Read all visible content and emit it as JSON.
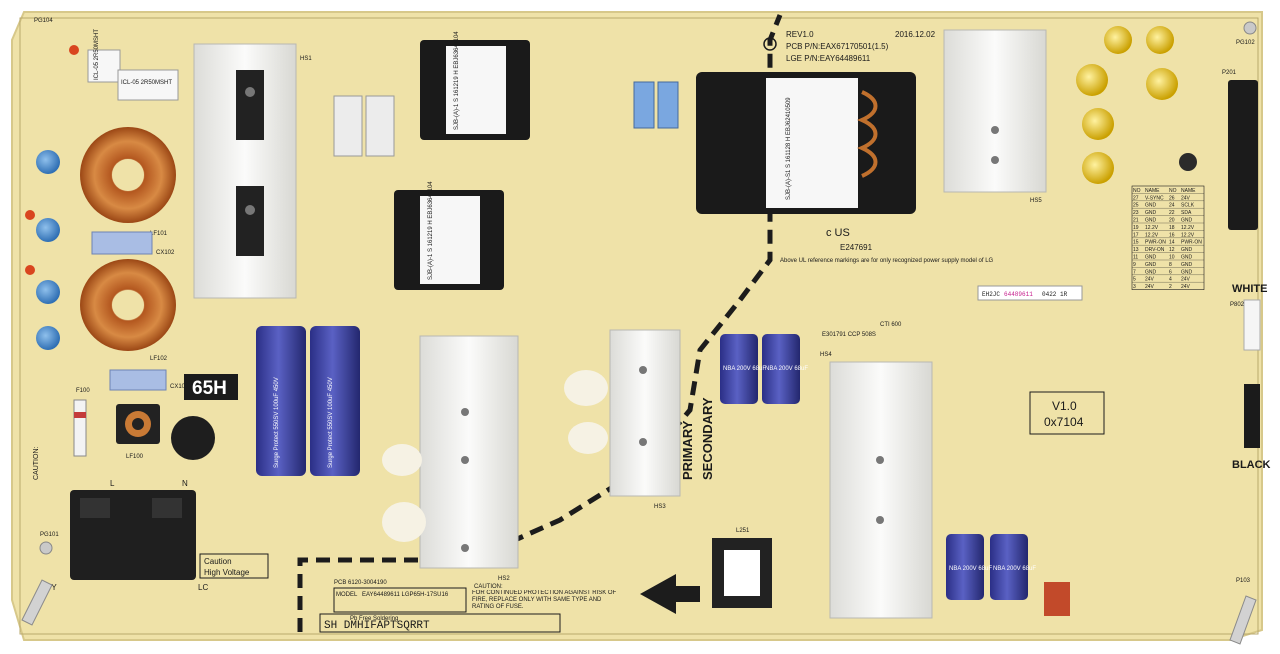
{
  "board": {
    "revision": "REV1.0",
    "date": "2016.12.02",
    "pcb_pn": "PCB P/N:EAX67170501(1.5)",
    "lge_pn": "LGE P/N:EAY64489611",
    "size_mark": "65H",
    "ul_file": "E247691",
    "ul_note": "Above UL reference markings are for only recognized power supply model of LG",
    "version_line1": "V1.0",
    "version_line2": "0x7104",
    "primary": "PRIMARY",
    "secondary": "SECONDARY",
    "caution_hv_line1": "Caution",
    "caution_hv_line2": "High Voltage",
    "caution_fire_title": "CAUTION:",
    "caution_fire_text": "FOR CONTINUED PROTECTION AGAINST RISK OF FIRE, REPLACE ONLY WITH SAME TYPE AND RATING OF FUSE.",
    "white_label": "WHITE",
    "black_label": "BLACK",
    "serial_prefix": "EH2JC",
    "serial_highlight": "64489611",
    "serial_suffix": "0422 1R",
    "pb_free": "Pb Free Soldering",
    "letter_strip": "SH  DMHIFAPTSQRRT",
    "cti": "CTI 600",
    "ccp": "E301791 CCP 508S",
    "model_line": "PCB 6120-3004190",
    "model_label": "MODEL",
    "model_value": "EAY64489611 LGP65H-17SU16",
    "corner_yy": "YY",
    "corner_lc": "LC"
  },
  "components": {
    "icl1": "ICL-05 2R50MSHT",
    "icl2": "ICL-05 2R50MSHT",
    "transformer1": "SJB-(A)-1 S 161219 H EBJ63641104",
    "transformer2": "SJB-(A)-1 S 161219 H EBJ63641104",
    "transformer_main": "SJB-(A)-S1 S 161128 H EBJ62410509",
    "cap_big_text": "Surge Protect 550SV 100uF 450V",
    "cap_nba_text": "NBA 200V 68uF",
    "fuse_label": "F100",
    "lf100": "LF100",
    "lf101": "LF101",
    "lf102": "LF102",
    "cx101": "CX101",
    "cx102": "CX102",
    "hs1": "HS1",
    "hs2": "HS2",
    "hs3": "HS3",
    "hs4": "HS4",
    "hs5": "HS5",
    "l251": "L251",
    "p201": "P201",
    "p802": "P802",
    "p103": "P103",
    "pg101": "PG101",
    "pg102": "PG102",
    "pg104": "PG104"
  },
  "pin_table": {
    "headers": [
      "NO",
      "NAME",
      "NO",
      "NAME"
    ],
    "rows": [
      [
        "27",
        "V-SYNC",
        "26",
        "24V"
      ],
      [
        "25",
        "GND",
        "24",
        "SCLK"
      ],
      [
        "23",
        "GND",
        "22",
        "SDA"
      ],
      [
        "21",
        "GND",
        "20",
        "GND"
      ],
      [
        "19",
        "12.2V",
        "18",
        "12.2V"
      ],
      [
        "17",
        "12.2V",
        "16",
        "12.2V"
      ],
      [
        "15",
        "PWR-ON",
        "14",
        "PWR-ON"
      ],
      [
        "13",
        "DRV-ON",
        "12",
        "GND"
      ],
      [
        "11",
        "GND",
        "10",
        "GND"
      ],
      [
        "9",
        "GND",
        "8",
        "GND"
      ],
      [
        "7",
        "GND",
        "6",
        "GND"
      ],
      [
        "5",
        "24V",
        "4",
        "24V"
      ],
      [
        "3",
        "24V",
        "2",
        "24V"
      ]
    ]
  },
  "colors": {
    "pcb": "#efe2a8",
    "silk": "#1c1c1c",
    "copper": "#c0702d",
    "heatsink": "#f4f4f2",
    "cap_blue": "#3f44a6",
    "y_cap": "#4d88c8",
    "electrolytic_yellow": "#e0b800"
  }
}
